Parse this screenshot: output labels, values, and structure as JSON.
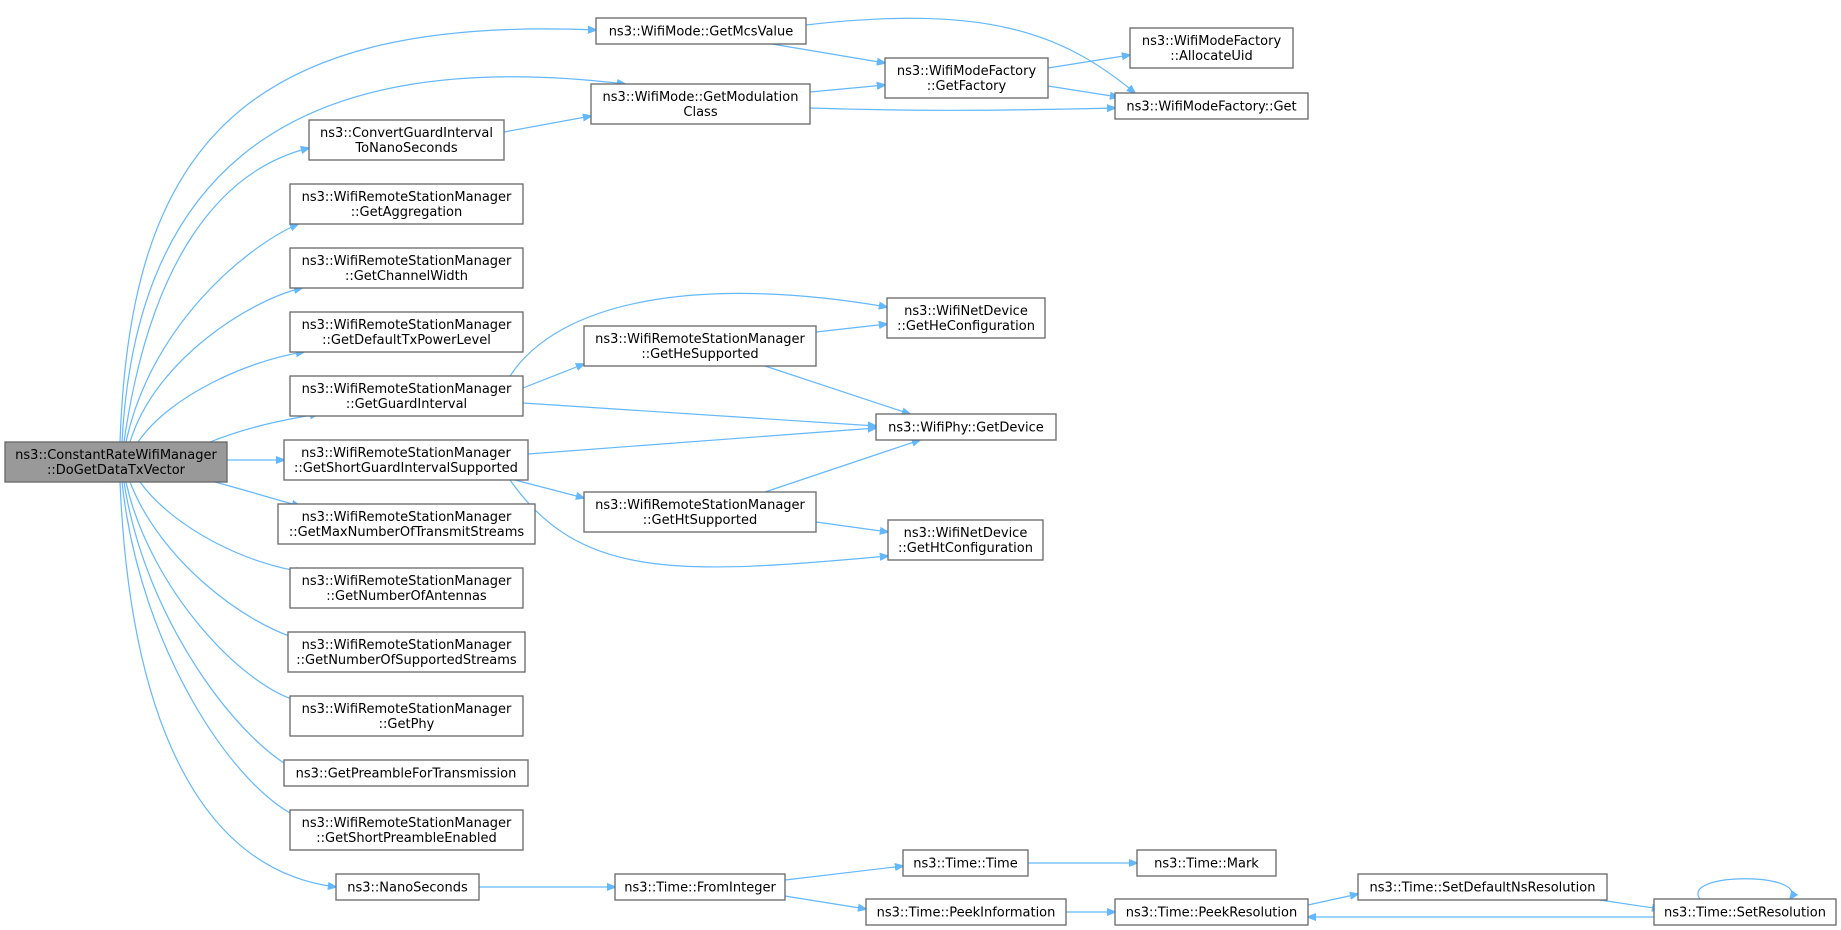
{
  "diagram": {
    "colors": {
      "edge": "#63b8ff",
      "node_border": "#666666",
      "root_fill": "#999999",
      "node_fill": "#ffffff",
      "text": "#000000"
    },
    "nodes": [
      {
        "id": "root",
        "lines": [
          "ns3::ConstantRateWifiManager",
          "::DoGetDataTxVector"
        ],
        "root": true
      },
      {
        "id": "getmcs",
        "lines": [
          "ns3::WifiMode::GetMcsValue"
        ]
      },
      {
        "id": "getmod",
        "lines": [
          "ns3::WifiMode::GetModulation",
          "Class"
        ]
      },
      {
        "id": "convgi",
        "lines": [
          "ns3::ConvertGuardInterval",
          "ToNanoSeconds"
        ]
      },
      {
        "id": "getagg",
        "lines": [
          "ns3::WifiRemoteStationManager",
          "::GetAggregation"
        ]
      },
      {
        "id": "getchw",
        "lines": [
          "ns3::WifiRemoteStationManager",
          "::GetChannelWidth"
        ]
      },
      {
        "id": "getdtx",
        "lines": [
          "ns3::WifiRemoteStationManager",
          "::GetDefaultTxPowerLevel"
        ]
      },
      {
        "id": "getgi",
        "lines": [
          "ns3::WifiRemoteStationManager",
          "::GetGuardInterval"
        ]
      },
      {
        "id": "getsgi",
        "lines": [
          "ns3::WifiRemoteStationManager",
          "::GetShortGuardIntervalSupported"
        ]
      },
      {
        "id": "getmaxn",
        "lines": [
          "ns3::WifiRemoteStationManager",
          "::GetMaxNumberOfTransmitStreams"
        ]
      },
      {
        "id": "getnant",
        "lines": [
          "ns3::WifiRemoteStationManager",
          "::GetNumberOfAntennas"
        ]
      },
      {
        "id": "getnss",
        "lines": [
          "ns3::WifiRemoteStationManager",
          "::GetNumberOfSupportedStreams"
        ]
      },
      {
        "id": "getphy",
        "lines": [
          "ns3::WifiRemoteStationManager",
          "::GetPhy"
        ]
      },
      {
        "id": "getpre",
        "lines": [
          "ns3::GetPreambleForTransmission"
        ]
      },
      {
        "id": "getspe",
        "lines": [
          "ns3::WifiRemoteStationManager",
          "::GetShortPreambleEnabled"
        ]
      },
      {
        "id": "nanos",
        "lines": [
          "ns3::NanoSeconds"
        ]
      },
      {
        "id": "wmfgetf",
        "lines": [
          "ns3::WifiModeFactory",
          "::GetFactory"
        ]
      },
      {
        "id": "wmfalloc",
        "lines": [
          "ns3::WifiModeFactory",
          "::AllocateUid"
        ]
      },
      {
        "id": "wmfget",
        "lines": [
          "ns3::WifiModeFactory::Get"
        ]
      },
      {
        "id": "hesup",
        "lines": [
          "ns3::WifiRemoteStationManager",
          "::GetHeSupported"
        ]
      },
      {
        "id": "htsup",
        "lines": [
          "ns3::WifiRemoteStationManager",
          "::GetHtSupported"
        ]
      },
      {
        "id": "heconf",
        "lines": [
          "ns3::WifiNetDevice",
          "::GetHeConfiguration"
        ]
      },
      {
        "id": "phydev",
        "lines": [
          "ns3::WifiPhy::GetDevice"
        ]
      },
      {
        "id": "htconf",
        "lines": [
          "ns3::WifiNetDevice",
          "::GetHtConfiguration"
        ]
      },
      {
        "id": "fromint",
        "lines": [
          "ns3::Time::FromInteger"
        ]
      },
      {
        "id": "timetime",
        "lines": [
          "ns3::Time::Time"
        ]
      },
      {
        "id": "timemark",
        "lines": [
          "ns3::Time::Mark"
        ]
      },
      {
        "id": "peekinfo",
        "lines": [
          "ns3::Time::PeekInformation"
        ]
      },
      {
        "id": "peekres",
        "lines": [
          "ns3::Time::PeekResolution"
        ]
      },
      {
        "id": "setdefres",
        "lines": [
          "ns3::Time::SetDefaultNsResolution"
        ]
      },
      {
        "id": "setres",
        "lines": [
          "ns3::Time::SetResolution"
        ]
      }
    ],
    "edges": [
      [
        "root",
        "getmcs"
      ],
      [
        "root",
        "getmod"
      ],
      [
        "root",
        "convgi"
      ],
      [
        "root",
        "getagg"
      ],
      [
        "root",
        "getchw"
      ],
      [
        "root",
        "getdtx"
      ],
      [
        "root",
        "getgi"
      ],
      [
        "root",
        "getsgi"
      ],
      [
        "root",
        "getmaxn"
      ],
      [
        "root",
        "getnant"
      ],
      [
        "root",
        "getnss"
      ],
      [
        "root",
        "getphy"
      ],
      [
        "root",
        "getpre"
      ],
      [
        "root",
        "getspe"
      ],
      [
        "root",
        "nanos"
      ],
      [
        "getmcs",
        "wmfgetf"
      ],
      [
        "getmcs",
        "wmfget"
      ],
      [
        "getmod",
        "wmfgetf"
      ],
      [
        "getmod",
        "wmfget"
      ],
      [
        "wmfgetf",
        "wmfalloc"
      ],
      [
        "wmfgetf",
        "wmfget"
      ],
      [
        "convgi",
        "getmod"
      ],
      [
        "getgi",
        "heconf"
      ],
      [
        "getgi",
        "hesup"
      ],
      [
        "getgi",
        "phydev"
      ],
      [
        "hesup",
        "heconf"
      ],
      [
        "hesup",
        "phydev"
      ],
      [
        "getsgi",
        "phydev"
      ],
      [
        "getsgi",
        "htsup"
      ],
      [
        "getsgi",
        "htconf"
      ],
      [
        "htsup",
        "phydev"
      ],
      [
        "htsup",
        "htconf"
      ],
      [
        "nanos",
        "fromint"
      ],
      [
        "fromint",
        "timetime"
      ],
      [
        "fromint",
        "peekinfo"
      ],
      [
        "timetime",
        "timemark"
      ],
      [
        "peekinfo",
        "peekres"
      ],
      [
        "peekres",
        "setdefres"
      ],
      [
        "setdefres",
        "setres"
      ],
      [
        "setres",
        "peekres"
      ],
      [
        "setres",
        "setres"
      ]
    ]
  }
}
